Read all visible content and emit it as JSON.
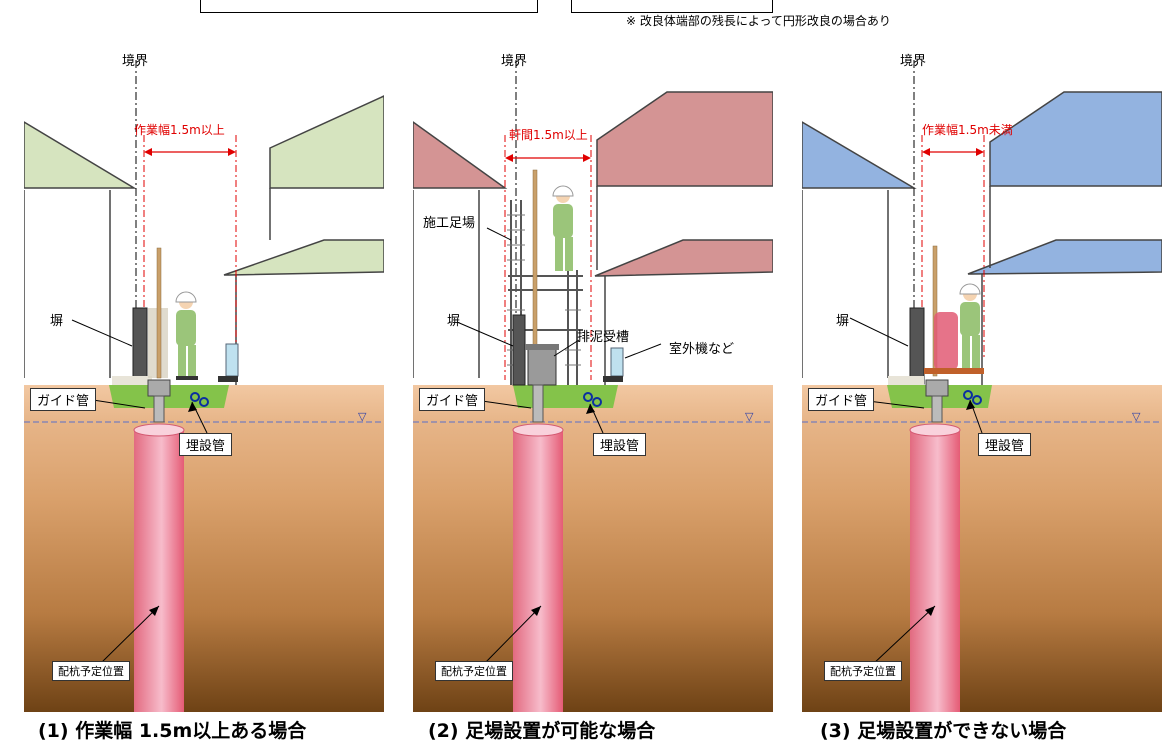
{
  "note": "※ 改良体端部の残長によって円形改良の場合あり",
  "panels": [
    {
      "boundary": "境界",
      "dimension": "作業幅1.5m以上",
      "wall": "塀",
      "guide_pipe": "ガイド管",
      "buried_pipe": "埋設管",
      "pile_position": "配杭予定位置",
      "caption": "(1) 作業幅 1.5m以上ある場合",
      "roof_color": "#d6e4bf"
    },
    {
      "boundary": "境界",
      "dimension": "軒間1.5m以上",
      "scaffold": "施工足場",
      "wall": "塀",
      "tank": "排泥受槽",
      "outdoor_unit": "室外機など",
      "guide_pipe": "ガイド管",
      "buried_pipe": "埋設管",
      "pile_position": "配杭予定位置",
      "caption": "(2) 足場設置が可能な場合",
      "roof_color": "#d49494"
    },
    {
      "boundary": "境界",
      "dimension": "作業幅1.5m未満",
      "wall": "塀",
      "guide_pipe": "ガイド管",
      "buried_pipe": "埋設管",
      "pile_position": "配杭予定位置",
      "caption": "(3) 足場設置ができない場合",
      "roof_color": "#93b3e0"
    }
  ]
}
